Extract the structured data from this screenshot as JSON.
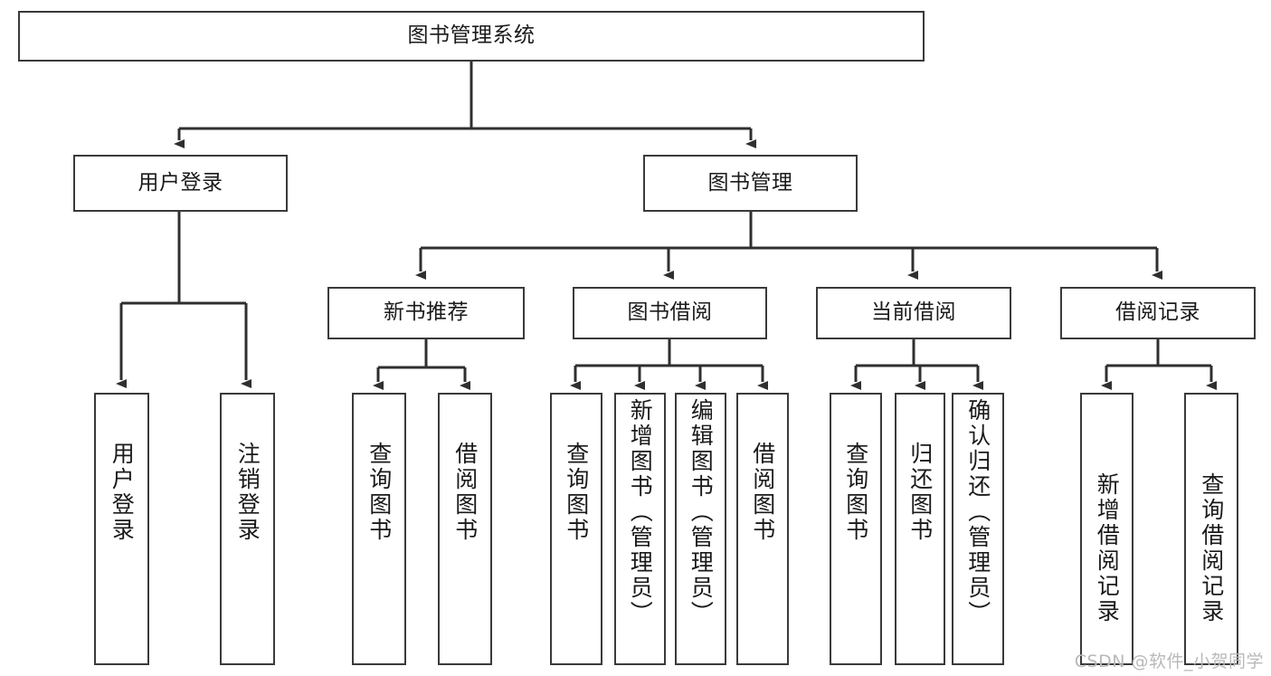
{
  "diagram": {
    "type": "tree-hierarchy-chart",
    "title": "图书管理系统",
    "theme": {
      "background": "#ffffff",
      "stroke": "#3a3a3a",
      "text": "#1a1a1a",
      "watermark": "#b9b9b9"
    },
    "levels": {
      "level1": {
        "root": {
          "label": "图书管理系统"
        }
      },
      "level2": [
        {
          "label": "用户登录"
        },
        {
          "label": "图书管理"
        }
      ],
      "level3": [
        {
          "label": "新书推荐"
        },
        {
          "label": "图书借阅"
        },
        {
          "label": "当前借阅"
        },
        {
          "label": "借阅记录"
        }
      ],
      "level4": [
        {
          "label": "用户登录",
          "parent": "用户登录"
        },
        {
          "label": "注销登录",
          "parent": "用户登录"
        },
        {
          "label": "查询图书",
          "parent": "新书推荐"
        },
        {
          "label": "借阅图书",
          "parent": "新书推荐"
        },
        {
          "label": "查询图书",
          "parent": "图书借阅"
        },
        {
          "label": "新增图书（管理员）",
          "parent": "图书借阅"
        },
        {
          "label": "编辑图书（管理员）",
          "parent": "图书借阅"
        },
        {
          "label": "借阅图书",
          "parent": "图书借阅"
        },
        {
          "label": "查询图书",
          "parent": "当前借阅"
        },
        {
          "label": "归还图书",
          "parent": "当前借阅"
        },
        {
          "label": "确认归还（管理员）",
          "parent": "当前借阅"
        },
        {
          "label": "新增借阅记录",
          "parent": "借阅记录"
        },
        {
          "label": "查询借阅记录",
          "parent": "借阅记录"
        }
      ]
    },
    "watermark": "CSDN @软件_小贺同学"
  }
}
